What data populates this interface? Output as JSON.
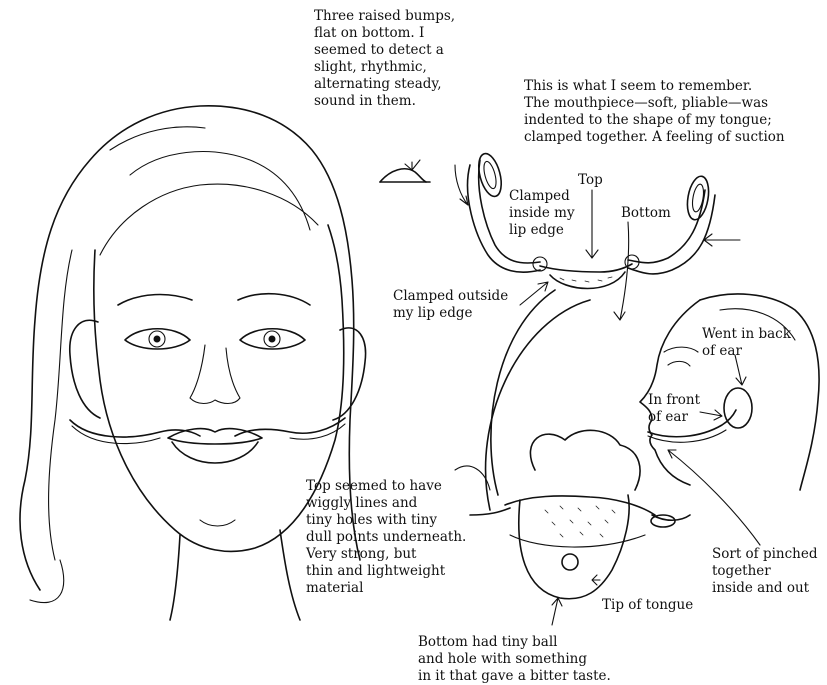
{
  "labels": {
    "bumps": "Three raised bumps,\nflat on bottom. I\nseemed to detect a\nslight, rhythmic,\nalternating steady,\nsound in them.",
    "remember": "This is what I seem to remember.\nThe mouthpiece—soft, pliable—was\nindented to the shape of my tongue;\nclamped together. A feeling of suction",
    "clamped_inside": "Clamped\ninside my\nlip edge",
    "top": "Top",
    "bottom": "Bottom",
    "clamped_outside": "Clamped outside\nmy lip edge",
    "went_in_back": "Went in back\nof ear",
    "in_front": "In front\nof ear",
    "top_wiggly": "Top seemed to have\nwiggly lines and\ntiny holes with tiny\ndull points underneath.\nVery strong, but\nthin and lightweight\nmaterial",
    "sort_pinched": "Sort of pinched\ntogether\ninside and out",
    "tip_tongue": "Tip of tongue",
    "bottom_ball": "Bottom had tiny ball\nand hole with something\nin it that gave a bitter taste."
  }
}
